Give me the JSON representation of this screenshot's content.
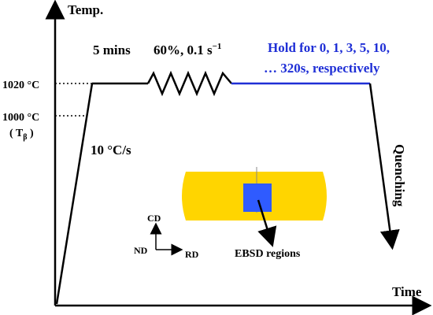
{
  "axes": {
    "y_label": "Temp.",
    "x_label": "Time"
  },
  "temperatures": {
    "upper": "1020 °C",
    "lower": "1000 °C",
    "lower_sub_prefix": "( T",
    "lower_sub_symbol": "β",
    "lower_sub_suffix": " )"
  },
  "process": {
    "heating_rate": "10 °C/s",
    "hold_time": "5 mins",
    "deformation": "60%, 0.1 s",
    "deformation_exp": "−1",
    "hold_line1": "Hold for 0, 1, 3, 5, 10,",
    "hold_line2": "… 320s, respectively",
    "quench": "Quenching"
  },
  "specimen": {
    "cd": "CD",
    "nd": "ND",
    "rd": "RD",
    "ebsd": "EBSD regions"
  },
  "colors": {
    "line": "#000000",
    "hold_line": "#1f2fd6",
    "specimen": "#ffd500",
    "ebsd_region": "#2f5bff"
  }
}
